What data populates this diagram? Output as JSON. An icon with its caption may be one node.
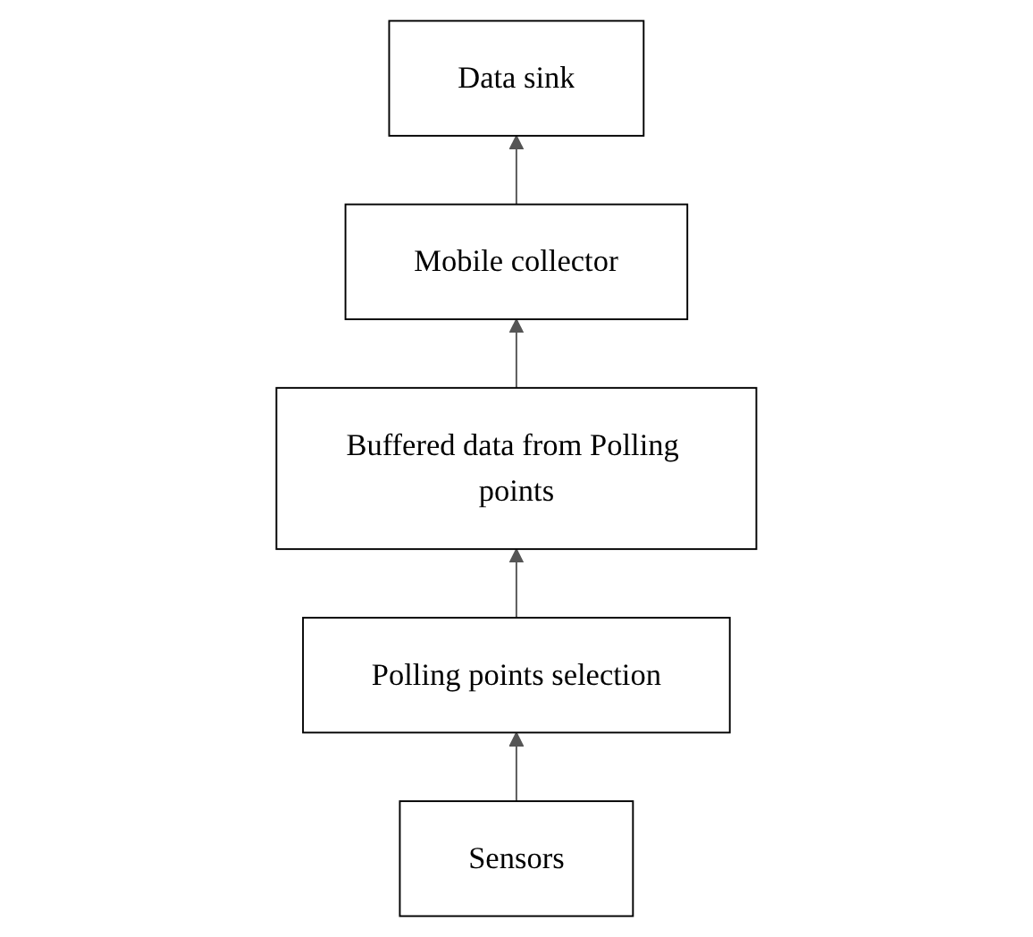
{
  "diagram": {
    "nodes": [
      {
        "text": [
          "Data sink"
        ]
      },
      {
        "text": [
          "Mobile collector"
        ]
      },
      {
        "text": [
          "Buffered data from Polling points"
        ]
      },
      {
        "text": [
          "Polling points selection"
        ]
      },
      {
        "text": [
          "Sensors"
        ]
      }
    ],
    "edges": [
      {
        "from": 4,
        "to": 3,
        "arrow": "to"
      },
      {
        "from": 3,
        "to": 2,
        "arrow": "to"
      },
      {
        "from": 2,
        "to": 1,
        "arrow": "to"
      },
      {
        "from": 1,
        "to": 0,
        "arrow": "to"
      }
    ]
  }
}
